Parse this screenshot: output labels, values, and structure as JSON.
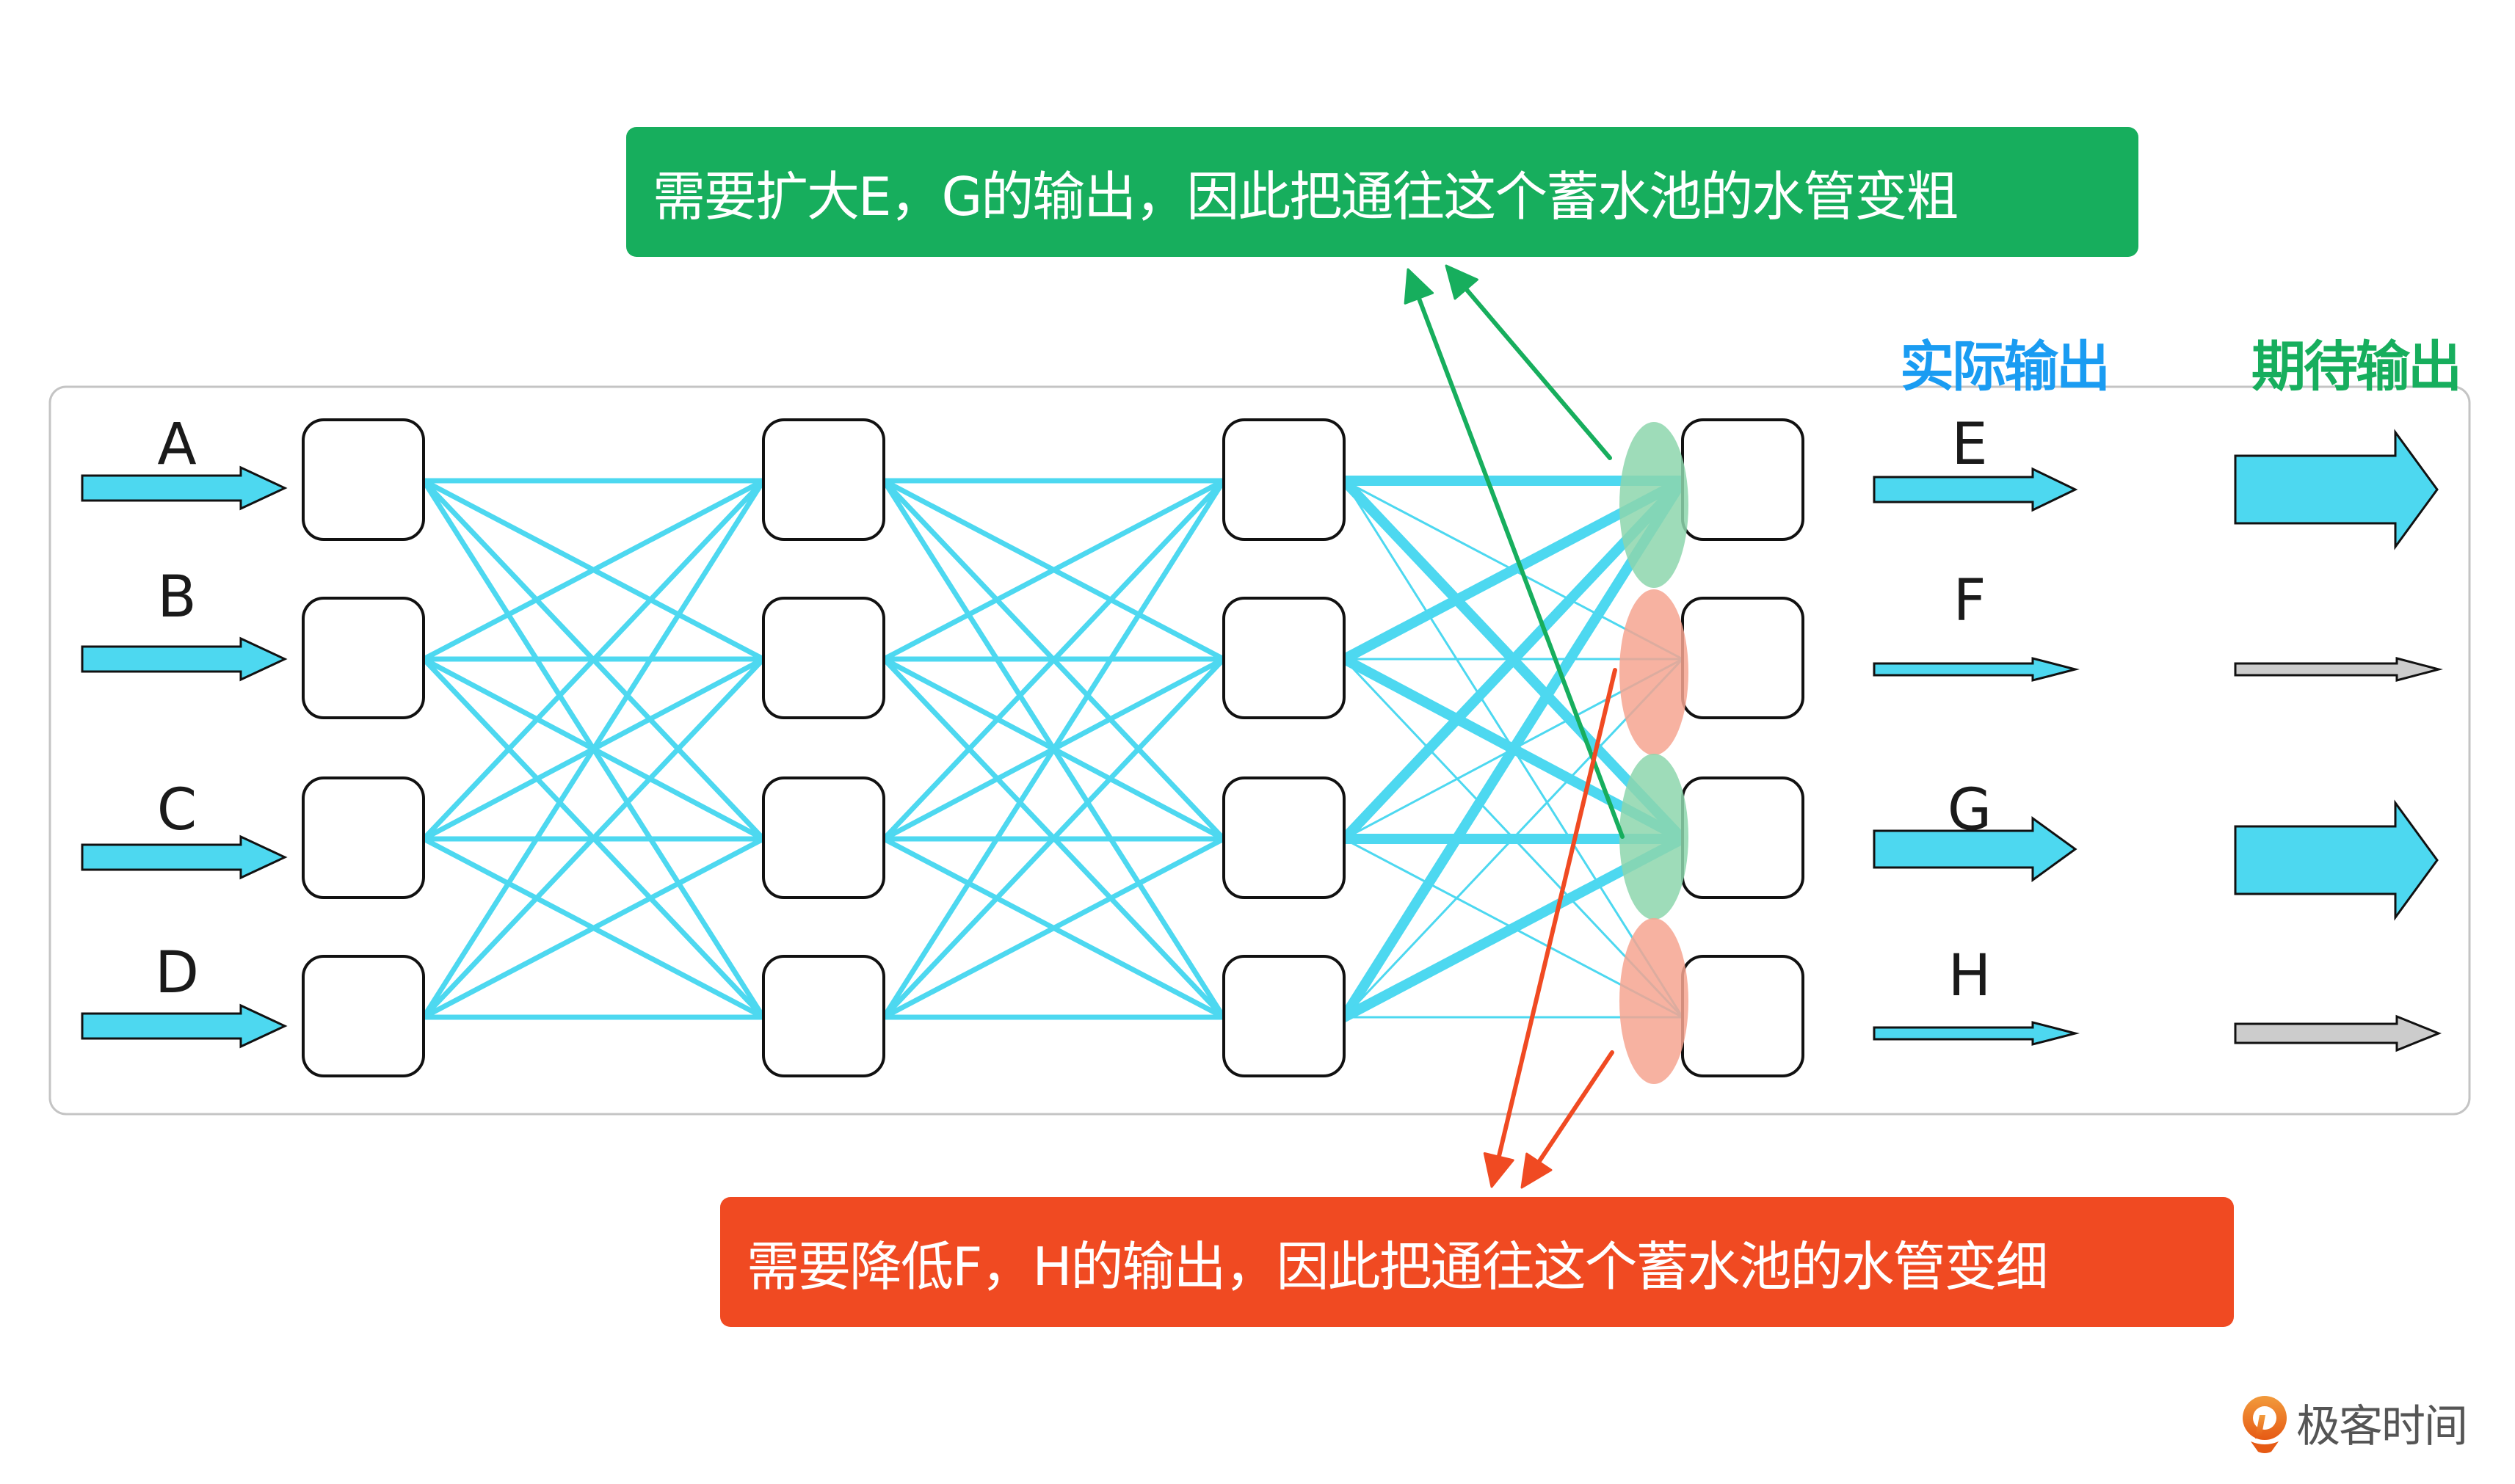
{
  "callouts": {
    "increase": "需要扩大E，G的输出，因此把通往这个蓄水池的水管变粗",
    "decrease": "需要降低F，H的输出，因此把通往这个蓄水池的水管变细"
  },
  "headers": {
    "actual_output": "实际输出",
    "expected_output": "期待输出"
  },
  "inputs": [
    {
      "label": "A"
    },
    {
      "label": "B"
    },
    {
      "label": "C"
    },
    {
      "label": "D"
    }
  ],
  "outputs": [
    {
      "label": "E",
      "actual_strength": "medium",
      "expected_strength": "large",
      "adjustment": "increase"
    },
    {
      "label": "F",
      "actual_strength": "small",
      "expected_strength": "small",
      "adjustment": "decrease"
    },
    {
      "label": "G",
      "actual_strength": "medium-large",
      "expected_strength": "large",
      "adjustment": "increase"
    },
    {
      "label": "H",
      "actual_strength": "small",
      "expected_strength": "small",
      "adjustment": "decrease"
    }
  ],
  "network": {
    "layers": 4,
    "nodes_per_layer": 4,
    "final_layer_weights": {
      "E": "thick",
      "F": "thin",
      "G": "thick",
      "H": "thin"
    }
  },
  "colors": {
    "pipe": "#4dd8f0",
    "increase": "#17ae5d",
    "decrease": "#f04a22",
    "increase_pool": "#8dd6ad",
    "decrease_pool": "#f6a590",
    "expected_small": "#cccccc",
    "actual_header": "#1a9cf2"
  },
  "logo": {
    "text": "极客时间"
  }
}
